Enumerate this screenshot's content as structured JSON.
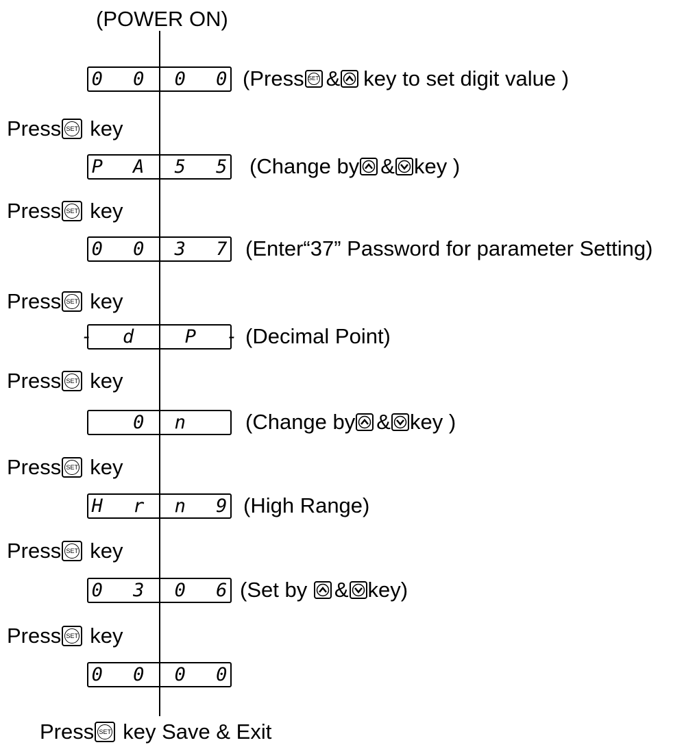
{
  "power_on": "(POWER ON)",
  "displays": [
    "0 0 0 0",
    "P A 5 5",
    "0 0 3 7",
    "- d  P -",
    "0 n",
    "H r n 9",
    "0 3 0 6",
    "0 0 0 0"
  ],
  "notes": {
    "n1_pre": "(Press",
    "n1_mid": "&",
    "n1_post": " key to set digit value )",
    "n2_pre": "(Change by",
    "n2_mid": "&",
    "n2_post": " key )",
    "n3": "(Enter“37” Password for parameter Setting)",
    "n4": "(Decimal Point)",
    "n5_pre": "(Change by",
    "n5_mid": "&",
    "n5_post": " key )",
    "n6": "(High Range)",
    "n7_pre": "(Set by ",
    "n7_mid": "&",
    "n7_post": "key)"
  },
  "press_label": "Press",
  "key_label": "key",
  "set_key_text": "SET",
  "final_press": "Press",
  "final_key": "key Save & Exit",
  "icons": [
    "set-key-icon",
    "up-arrow-key-icon",
    "down-arrow-key-icon"
  ]
}
